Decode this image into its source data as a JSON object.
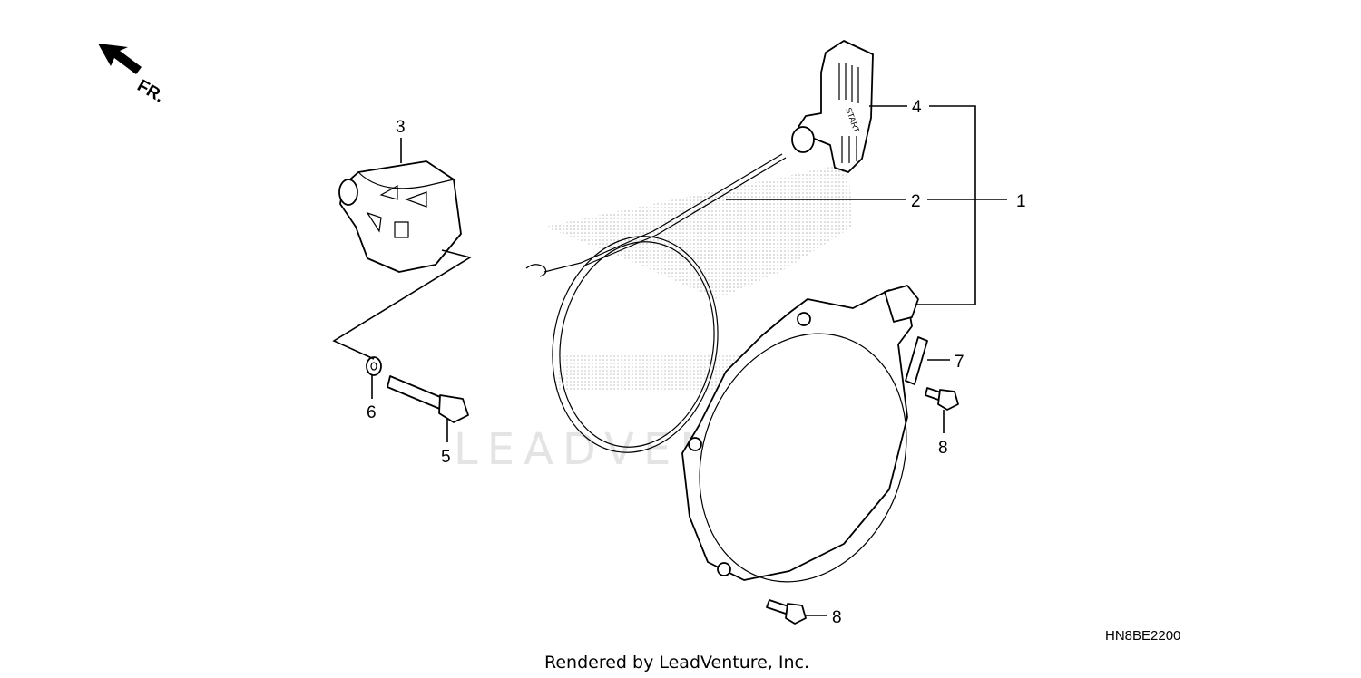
{
  "diagram_code": "HN8BE2200",
  "credit": "Rendered by LeadVenture, Inc.",
  "watermark": "LEADVENTURE",
  "direction_label": "FR.",
  "handle_text": "START",
  "callouts": {
    "p1": "1",
    "p2": "2",
    "p3": "3",
    "p4": "4",
    "p5": "5",
    "p6": "6",
    "p7": "7",
    "p8a": "8",
    "p8b": "8"
  },
  "icons": {
    "front_arrow": "front-arrow-icon"
  }
}
